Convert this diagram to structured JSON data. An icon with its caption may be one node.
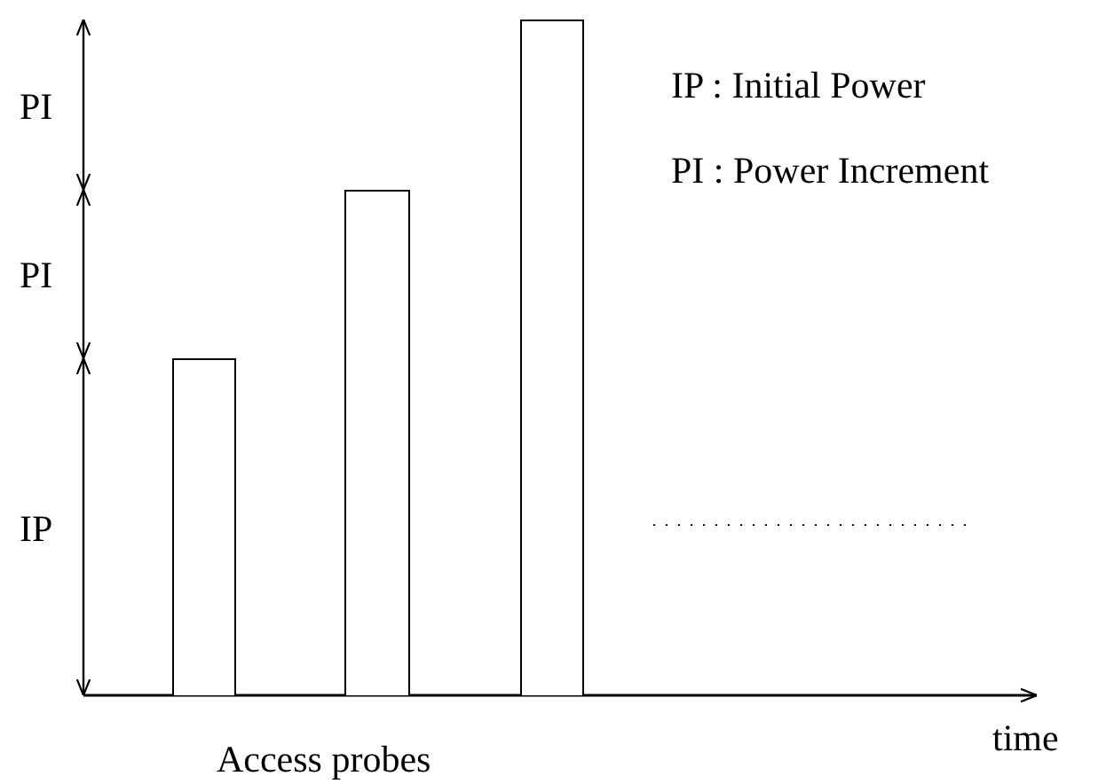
{
  "diagram": {
    "nodes": [
      {
        "text": [],
        "shape": "bar"
      },
      {
        "text": [],
        "shape": "bar"
      },
      {
        "text": [],
        "shape": "bar"
      }
    ],
    "labels": [
      "PI",
      "IP : Initial Power",
      "PI : Power Increment",
      "PI",
      "IP",
      "time",
      "Access probes"
    ]
  }
}
